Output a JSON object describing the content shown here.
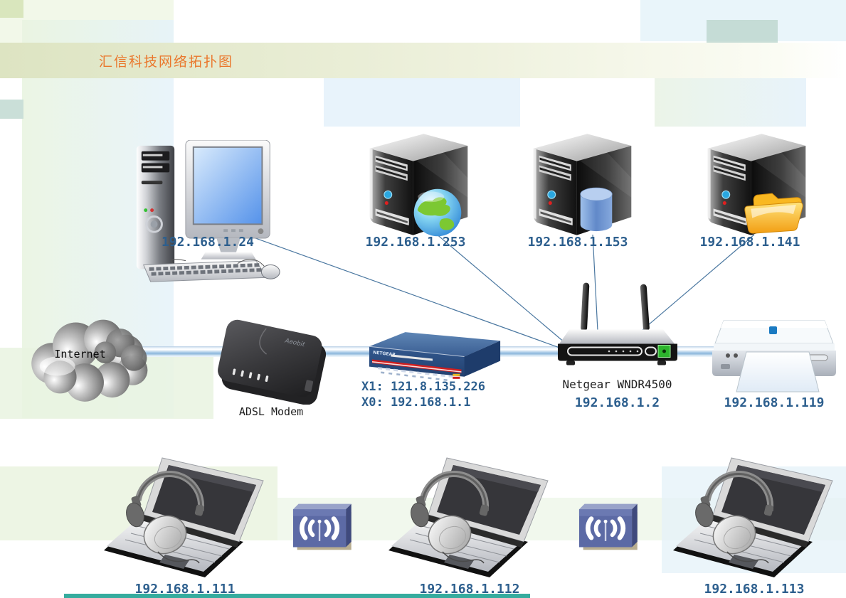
{
  "diagram": {
    "title": "汇信科技网络拓扑图",
    "devices": {
      "workstation": {
        "ip": "192.168.1.24"
      },
      "web_server": {
        "ip": "192.168.1.253"
      },
      "database_server": {
        "ip": "192.168.1.153"
      },
      "file_server": {
        "ip": "192.168.1.141"
      },
      "internet": {
        "label": "Internet"
      },
      "adsl_modem": {
        "label": "ADSL Modem",
        "brand": "Aeobit"
      },
      "firewall": {
        "brand": "NETGEAR",
        "wan_label": "X1: 121.8.135.226",
        "lan_label": "X0: 192.168.1.1"
      },
      "wireless_router": {
        "model": "Netgear WNDR4500",
        "ip": "192.168.1.2"
      },
      "printer": {
        "ip": "192.168.1.119"
      },
      "laptop_1": {
        "ip": "192.168.1.111"
      },
      "laptop_2": {
        "ip": "192.168.1.112"
      },
      "laptop_3": {
        "ip": "192.168.1.113"
      }
    },
    "colors": {
      "title": "#ea772c",
      "ip_label": "#2d5f8e",
      "device_label": "#1d1d1d",
      "connection_line": "#4a77a0",
      "backbone_highlight": "#8fb8dc",
      "bottom_accent": "#35ac9e"
    }
  }
}
